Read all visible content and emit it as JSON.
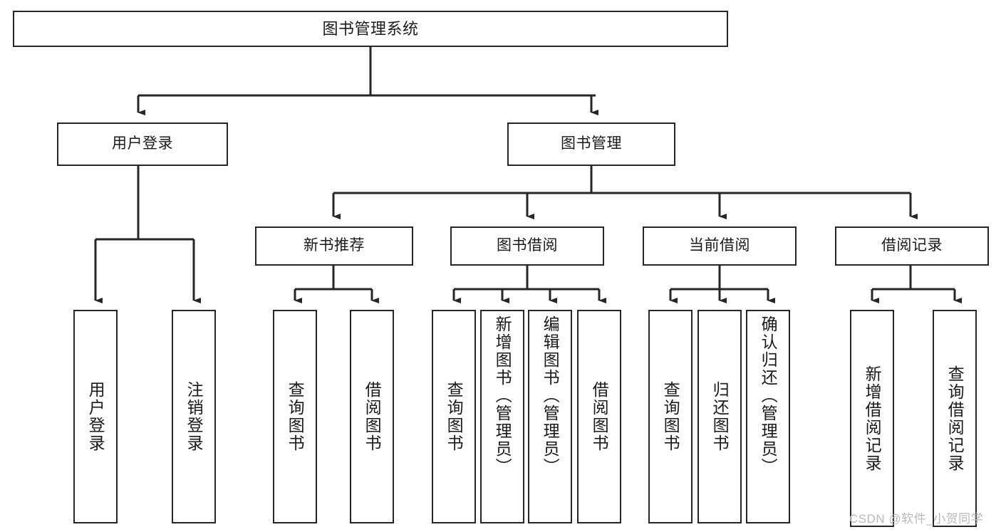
{
  "diagram": {
    "title": "图书管理系统",
    "type": "hierarchy-tree",
    "watermark": "CSDN @软件_小贺同学",
    "colors": {
      "stroke": "#262626",
      "fill": "#ffffff",
      "text": "#1a1a1a",
      "watermark": "#b9b9b9"
    },
    "root": {
      "label": "图书管理系统"
    },
    "level1": [
      {
        "label": "用户登录"
      },
      {
        "label": "图书管理"
      }
    ],
    "level2": [
      {
        "label": "新书推荐"
      },
      {
        "label": "图书借阅"
      },
      {
        "label": "当前借阅"
      },
      {
        "label": "借阅记录"
      }
    ],
    "leaves": {
      "user_login": [
        {
          "label": "用户登录"
        },
        {
          "label": "注销登录"
        }
      ],
      "new_book_recommend": [
        {
          "label": "查询图书"
        },
        {
          "label": "借阅图书"
        }
      ],
      "book_borrow": [
        {
          "label": "查询图书"
        },
        {
          "label": "新增图书（管理员）"
        },
        {
          "label": "编辑图书（管理员）"
        },
        {
          "label": "借阅图书"
        }
      ],
      "current_borrow": [
        {
          "label": "查询图书"
        },
        {
          "label": "归还图书"
        },
        {
          "label": "确认归还（管理员）"
        }
      ],
      "borrow_record": [
        {
          "label": "新增借阅记录"
        },
        {
          "label": "查询借阅记录"
        }
      ]
    }
  }
}
